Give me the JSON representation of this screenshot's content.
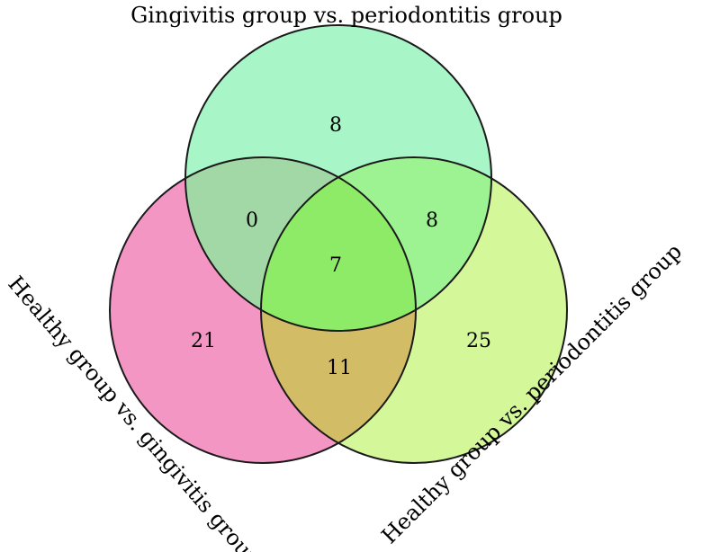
{
  "sets": {
    "top": {
      "label": "Gingivitis group vs. periodontitis group",
      "color": "#a8f5c8"
    },
    "left": {
      "label": "Healthy group vs. gingivitis group",
      "color": "#f396c4"
    },
    "right": {
      "label": "Healthy group vs. periodontitis group",
      "color": "#d4f79a"
    }
  },
  "regions": {
    "top_only": "8",
    "left_only": "21",
    "right_only": "25",
    "top_left": "0",
    "top_right": "8",
    "left_right": "11",
    "all_three": "7"
  },
  "overlap_colors": {
    "top_left": "#a2d8a6",
    "top_right": "#9df291",
    "left_right": "#d3bc66",
    "all_three": "#8eeb68"
  }
}
